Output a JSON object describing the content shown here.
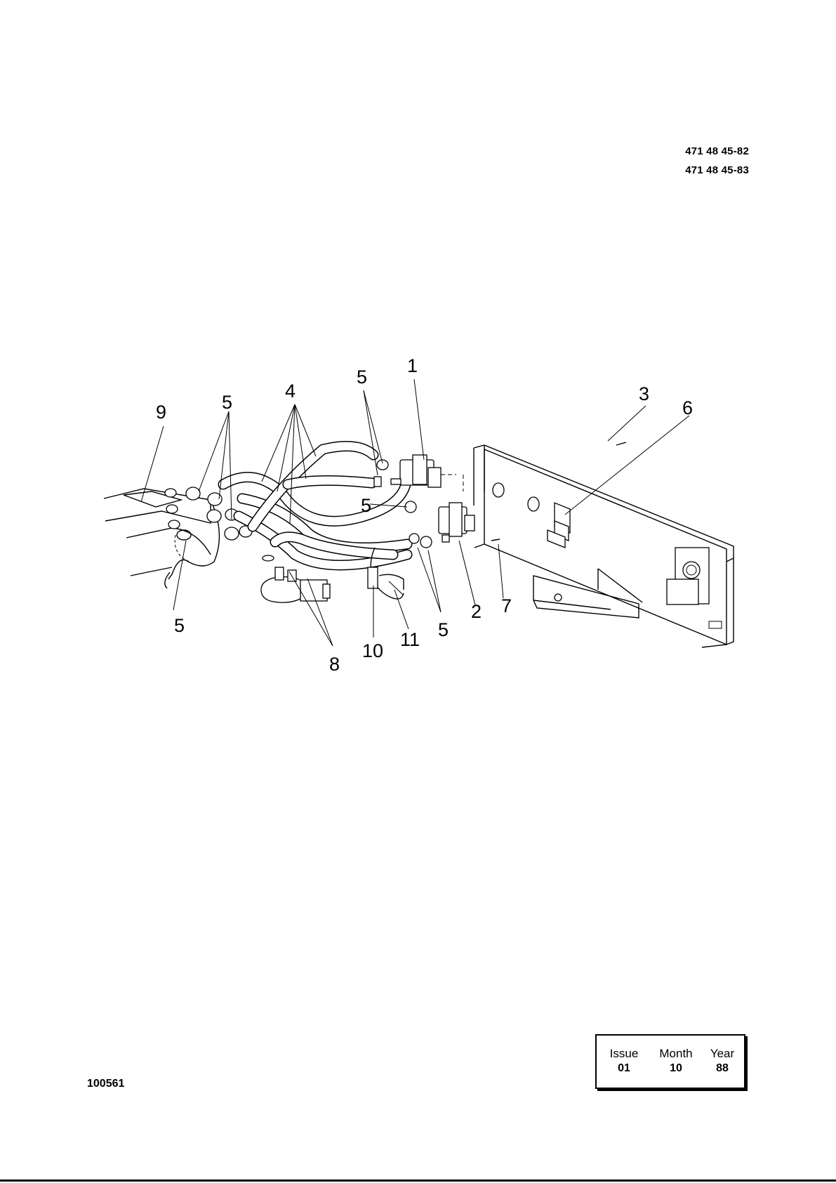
{
  "header": {
    "part_numbers": [
      "471 48 45-82",
      "471 48 45-83"
    ]
  },
  "diagram": {
    "callouts": {
      "c1": "1",
      "c2": "2",
      "c3": "3",
      "c4": "4",
      "c5a": "5",
      "c5b": "5",
      "c5c": "5",
      "c5d": "5",
      "c5e": "5",
      "c6": "6",
      "c7": "7",
      "c8": "8",
      "c9": "9",
      "c10": "10",
      "c11": "11"
    }
  },
  "footer": {
    "doc_number": "100561",
    "issue_box": {
      "issue_label": "Issue",
      "issue_value": "01",
      "month_label": "Month",
      "month_value": "10",
      "year_label": "Year",
      "year_value": "88"
    }
  }
}
